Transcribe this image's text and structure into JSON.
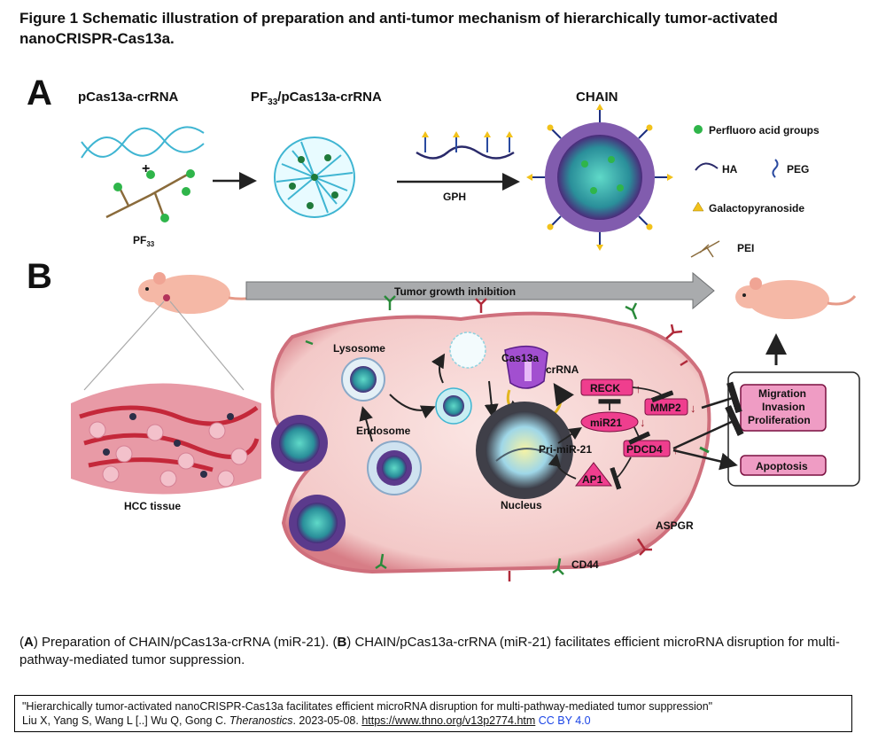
{
  "title": "Figure 1 Schematic illustration of preparation and anti-tumor mechanism of hierarchically tumor-activated nanoCRISPR-Cas13a.",
  "panel_a": {
    "letter": "A",
    "label_plasmid": "pCas13a-crRNA",
    "label_pf_prefix": "PF",
    "label_pf_sub": "33",
    "label_pf_suffix": "/pCas13a-crRNA",
    "label_chain": "CHAIN",
    "label_pf33": "PF",
    "label_pf33_sub": "33",
    "label_gph": "GPH",
    "plus": "+"
  },
  "legend": {
    "perfluoro": "Perfluoro acid groups",
    "ha": "HA",
    "peg": "PEG",
    "galacto": "Galactopyranoside",
    "pei": "PEI"
  },
  "panel_b": {
    "letter": "B",
    "arrow_label": "Tumor growth inhibition",
    "lysosome": "Lysosome",
    "endosome": "Endosome",
    "cas13a": "Cas13a",
    "crrna": "crRNA",
    "nucleus": "Nucleus",
    "pri_mir": "Pri-miR-21",
    "mir21": "miR21",
    "reck": "RECK",
    "mmp2": "MMP2",
    "pdcd4": "PDCD4",
    "ap1": "AP1",
    "hcc": "HCC tissue",
    "aspgr": "ASPGR",
    "cd44": "CD44",
    "migration": "Migration",
    "invasion": "Invasion",
    "proliferation": "Proliferation",
    "apoptosis": "Apoptosis"
  },
  "caption": {
    "a_letter": "A",
    "a_text": ") Preparation of CHAIN/pCas13a-crRNA (miR-21). (",
    "b_letter": "B",
    "b_text": ") CHAIN/pCas13a-crRNA (miR-21) facilitates efficient microRNA disruption for multi-pathway-mediated tumor suppression."
  },
  "citation": {
    "line1": "\"Hierarchically tumor-activated nanoCRISPR-Cas13a facilitates efficient microRNA disruption for multi-pathway-mediated tumor suppression\"",
    "authors": "Liu X, Yang S, Wang L [..] Wu Q, Gong C. ",
    "journal": "Theranostics",
    "date": ". 2023-05-08. ",
    "url": "https://www.thno.org/v13p2774.htm",
    "license": "CC BY 4.0"
  }
}
